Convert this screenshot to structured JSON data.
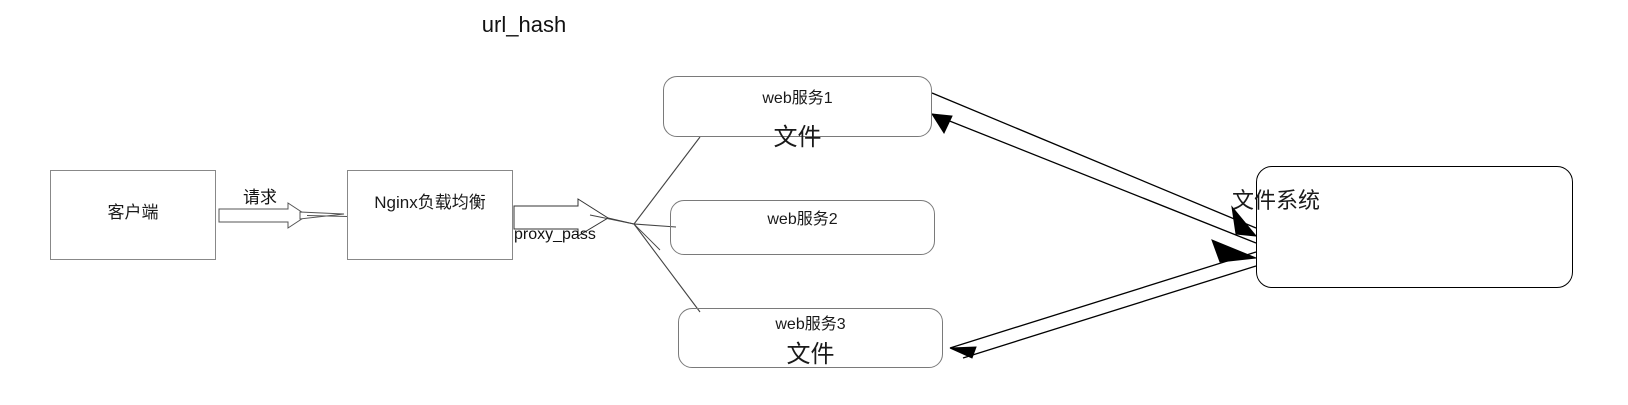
{
  "diagram": {
    "title": "url_hash",
    "nodes": [
      {
        "id": "client",
        "label": "客户端",
        "shape": "rectangle"
      },
      {
        "id": "nginx",
        "label": "Nginx负载均衡",
        "shape": "rectangle"
      },
      {
        "id": "web1",
        "label": "web服务1",
        "shape": "rounded-rectangle",
        "extra_label": "文件"
      },
      {
        "id": "web2",
        "label": "web服务2",
        "shape": "rounded-rectangle"
      },
      {
        "id": "web3",
        "label": "web服务3",
        "shape": "rounded-rectangle",
        "extra_label": "文件"
      },
      {
        "id": "filesys",
        "label": "文件系统",
        "shape": "rounded-rectangle"
      }
    ],
    "edges": [
      {
        "from": "client",
        "to": "nginx",
        "label": "请求",
        "style": "block-arrow"
      },
      {
        "from": "nginx",
        "to": "fanout",
        "label": "proxy_pass",
        "style": "block-arrow"
      },
      {
        "from": "fanout",
        "to": "web1",
        "label": "",
        "style": "line"
      },
      {
        "from": "fanout",
        "to": "web2",
        "label": "",
        "style": "line"
      },
      {
        "from": "fanout",
        "to": "web3",
        "label": "",
        "style": "line"
      },
      {
        "from": "web1",
        "to": "filesys",
        "label": "",
        "style": "double-line-bidirectional"
      },
      {
        "from": "web3",
        "to": "filesys",
        "label": "",
        "style": "double-line-bidirectional"
      }
    ],
    "colors": {
      "stroke": "#000000",
      "box_stroke": "#7a7a7a",
      "background": "#ffffff",
      "text": "#111111"
    }
  }
}
